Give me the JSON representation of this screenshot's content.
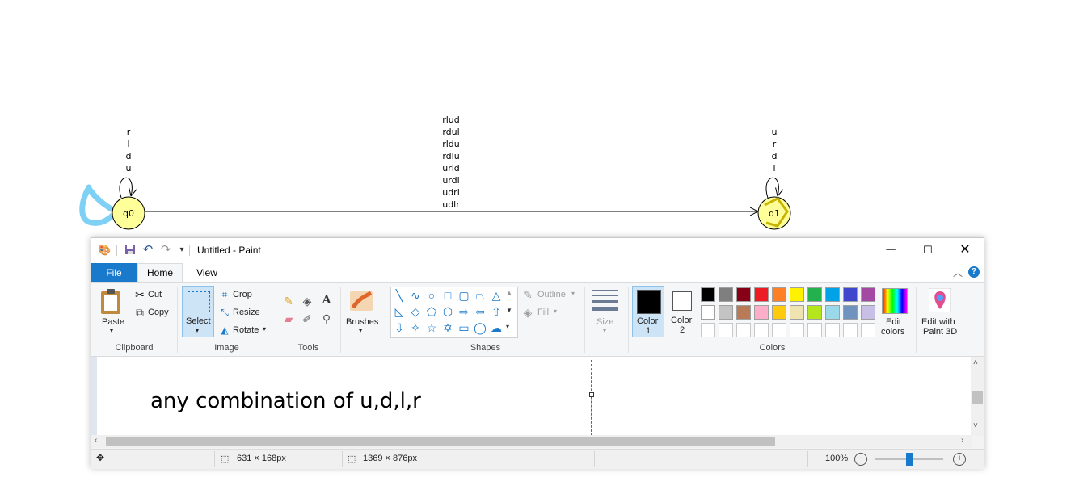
{
  "diagram": {
    "states": [
      {
        "id": "q0",
        "loop_labels": [
          "r",
          "l",
          "d",
          "u"
        ]
      },
      {
        "id": "q1",
        "loop_labels": [
          "u",
          "r",
          "d",
          "l"
        ]
      }
    ],
    "transition_labels": [
      "rlud",
      "rdul",
      "rldu",
      "rdlu",
      "urld",
      "urdl",
      "udrl",
      "udlr"
    ]
  },
  "paint": {
    "window_title": "Untitled - Paint",
    "tabs": {
      "file": "File",
      "home": "Home",
      "view": "View"
    },
    "clipboard": {
      "paste": "Paste",
      "cut": "Cut",
      "copy": "Copy",
      "group": "Clipboard"
    },
    "image": {
      "select": "Select",
      "crop": "Crop",
      "resize": "Resize",
      "rotate": "Rotate",
      "group": "Image"
    },
    "tools": {
      "group": "Tools"
    },
    "brushes": {
      "label": "Brushes"
    },
    "shapes": {
      "outline": "Outline",
      "fill": "Fill",
      "group": "Shapes"
    },
    "size": {
      "label": "Size"
    },
    "colors": {
      "color1": [
        "Color",
        "1"
      ],
      "color2": [
        "Color",
        "2"
      ],
      "edit": [
        "Edit",
        "colors"
      ],
      "paint3d": [
        "Edit with",
        "Paint 3D"
      ],
      "group": "Colors",
      "row1": [
        "#000000",
        "#7f7f7f",
        "#880015",
        "#ed1c24",
        "#ff7f27",
        "#fff200",
        "#22b14c",
        "#00a2e8",
        "#3f48cc",
        "#a349a4"
      ],
      "row2": [
        "#ffffff",
        "#c3c3c3",
        "#b97a57",
        "#ffaec9",
        "#ffc90e",
        "#efe4b0",
        "#b5e61d",
        "#99d9ea",
        "#7092be",
        "#c8bfe7"
      ]
    },
    "canvas_text": "any combination of u,d,l,r",
    "status": {
      "selection": "631 × 168px",
      "image_size": "1369 × 876px",
      "zoom": "100%",
      "zoom_level": 0.5
    }
  }
}
